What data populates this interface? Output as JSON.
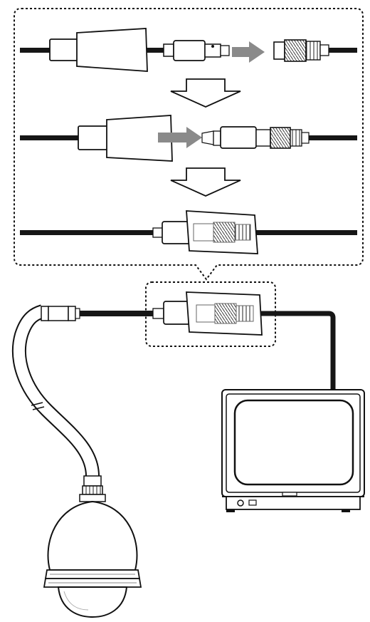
{
  "diagram": {
    "steps": [
      "step-1-insert-plug",
      "step-2-push-connector",
      "step-3-connected"
    ],
    "colors": {
      "line": "#111111",
      "cable": "#161616",
      "arrow_fill": "#8a8a8a",
      "hollow_arrow": "#ffffff",
      "background": "#ffffff"
    },
    "icons": [
      "bnc-connector-icon",
      "bnc-plug-icon",
      "strain-relief-boot-icon",
      "dome-camera-icon",
      "monitor-icon",
      "coaxial-cable-icon"
    ]
  }
}
